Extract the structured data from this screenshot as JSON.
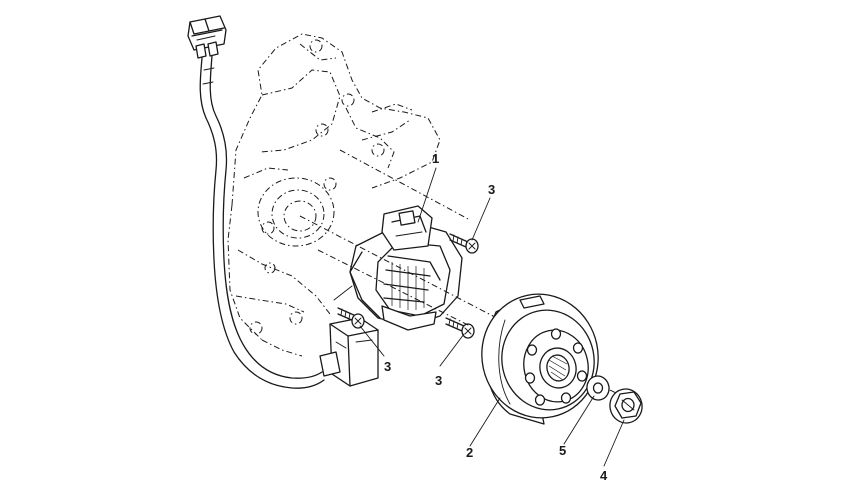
{
  "callouts": {
    "stator": "1",
    "flywheel": "2",
    "screw_top": "3",
    "screw_left": "3",
    "screw_right": "3",
    "nut": "4",
    "washer": "5"
  }
}
